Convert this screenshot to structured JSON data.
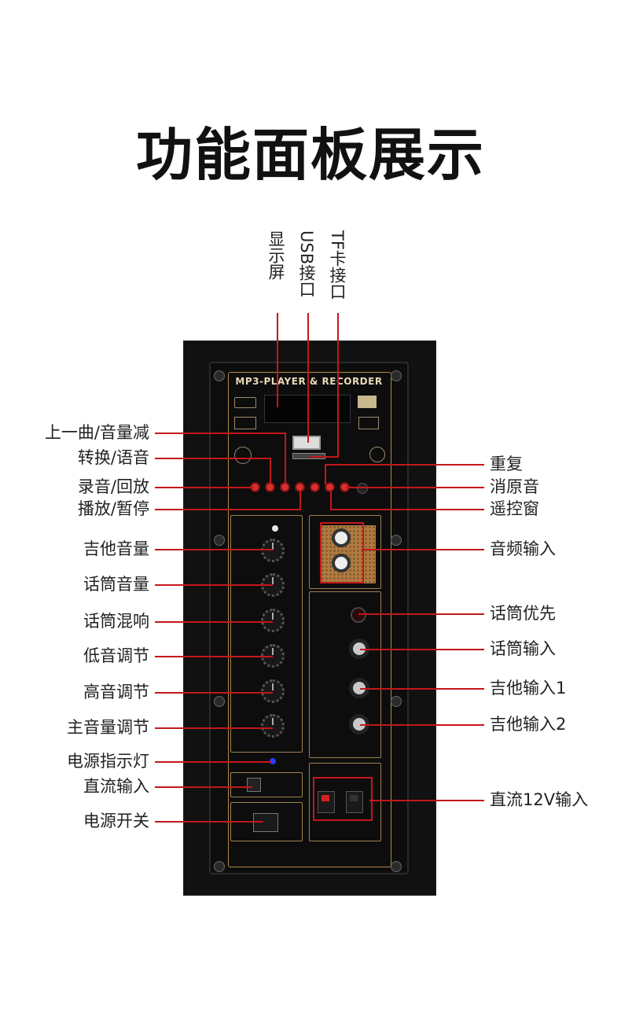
{
  "title": "功能面板展示",
  "top_labels": {
    "display": "显示屏",
    "usb": "USB接口",
    "tf": "TF卡接口"
  },
  "panel": {
    "header": "MP3-PLAYER & RECORDER"
  },
  "left_labels": {
    "prev_vol_down": "上一曲/音量减",
    "switch_voice": "转换/语音",
    "record_playback": "录音/回放",
    "play_pause": "播放/暂停",
    "guitar_volume": "吉他音量",
    "mic_volume": "话筒音量",
    "mic_reverb": "话筒混响",
    "bass": "低音调节",
    "treble": "高音调节",
    "master_volume": "主音量调节",
    "power_led": "电源指示灯",
    "dc_input": "直流输入",
    "power_switch": "电源开关"
  },
  "right_labels": {
    "repeat": "重复",
    "vocal_cut": "消原音",
    "remote_window": "遥控窗",
    "audio_input": "音频输入",
    "mic_priority": "话筒优先",
    "mic_input": "话筒输入",
    "guitar_input_1": "吉他输入1",
    "guitar_input_2": "吉他输入2",
    "dc12v_input": "直流12V输入"
  },
  "icons": [
    "bluetooth-icon",
    "mp3-logo-icon",
    "usb-icon",
    "mute-icon",
    "waveform-icon"
  ],
  "colors": {
    "pointer": "#c4171b",
    "panel_bg": "#0d0d0d",
    "gold_trim": "#b08a4a"
  }
}
